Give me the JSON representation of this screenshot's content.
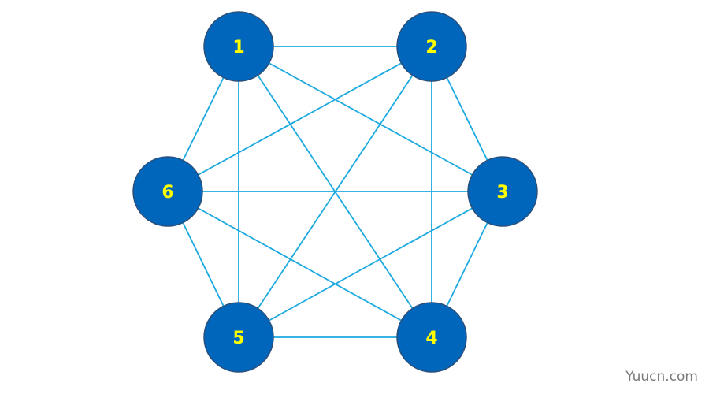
{
  "colors": {
    "node_fill": "#0066bb",
    "node_stroke": "#2b4f7a",
    "edge": "#1ba9e0",
    "label": "#ffff00"
  },
  "nodes": [
    {
      "id": "1",
      "label": "1"
    },
    {
      "id": "2",
      "label": "2"
    },
    {
      "id": "3",
      "label": "3"
    },
    {
      "id": "4",
      "label": "4"
    },
    {
      "id": "5",
      "label": "5"
    },
    {
      "id": "6",
      "label": "6"
    }
  ],
  "edges": [
    [
      "1",
      "2"
    ],
    [
      "1",
      "3"
    ],
    [
      "1",
      "4"
    ],
    [
      "1",
      "5"
    ],
    [
      "1",
      "6"
    ],
    [
      "2",
      "3"
    ],
    [
      "2",
      "4"
    ],
    [
      "2",
      "5"
    ],
    [
      "2",
      "6"
    ],
    [
      "3",
      "4"
    ],
    [
      "3",
      "5"
    ],
    [
      "3",
      "6"
    ],
    [
      "4",
      "5"
    ],
    [
      "4",
      "6"
    ],
    [
      "5",
      "6"
    ]
  ],
  "watermark": "Yuucn.com"
}
